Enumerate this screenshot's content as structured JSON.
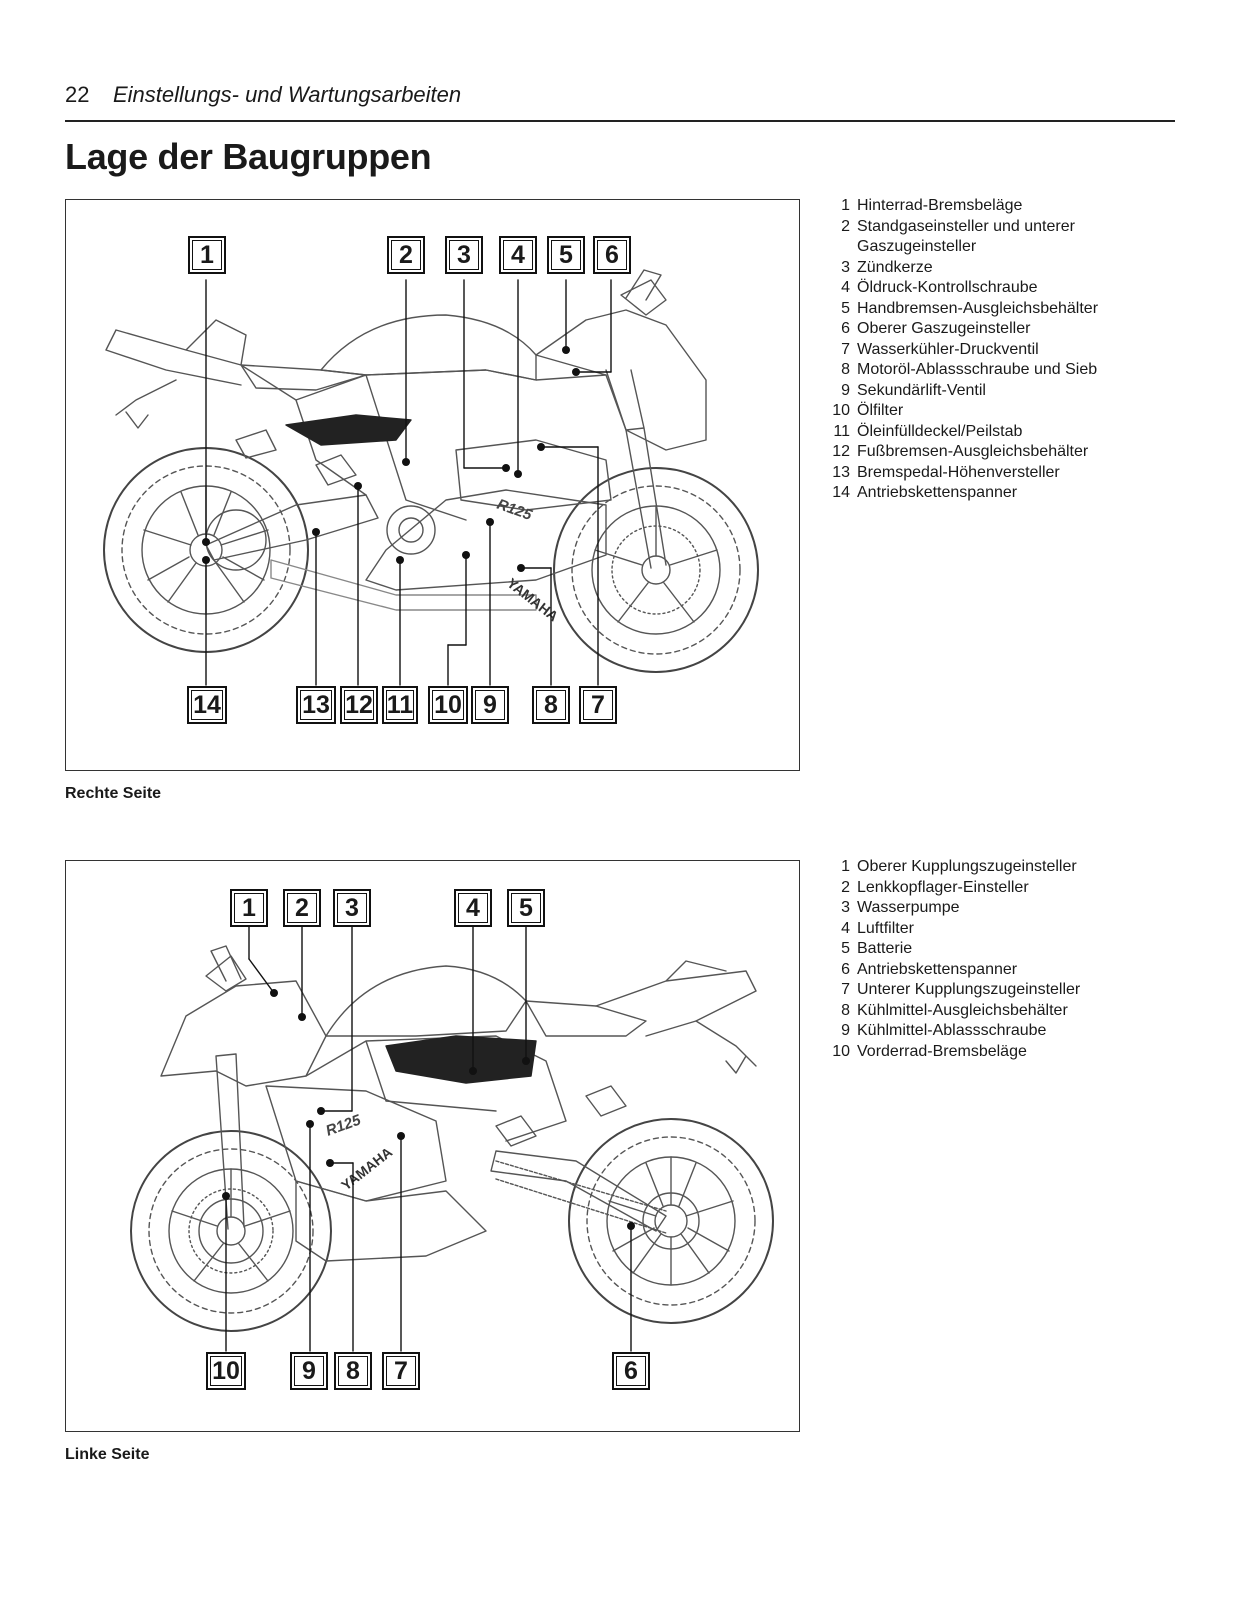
{
  "header": {
    "page_number": "22",
    "running_title": "Einstellungs- und Wartungsarbeiten"
  },
  "section_title": "Lage der Baugruppen",
  "figures": {
    "right": {
      "caption": "Rechte Seite",
      "callouts": [
        "1",
        "2",
        "3",
        "4",
        "5",
        "6",
        "7",
        "8",
        "9",
        "10",
        "11",
        "12",
        "13",
        "14"
      ],
      "legend": [
        {
          "num": "1",
          "text": "Hinterrad-Bremsbeläge"
        },
        {
          "num": "2",
          "text": "Standgaseinsteller und unterer Gaszugeinsteller"
        },
        {
          "num": "3",
          "text": "Zündkerze"
        },
        {
          "num": "4",
          "text": "Öldruck-Kontrollschraube"
        },
        {
          "num": "5",
          "text": "Handbremsen-Ausgleichsbehälter"
        },
        {
          "num": "6",
          "text": "Oberer Gaszugeinsteller"
        },
        {
          "num": "7",
          "text": "Wasserkühler-Druckventil"
        },
        {
          "num": "8",
          "text": "Motoröl-Ablassschraube und Sieb"
        },
        {
          "num": "9",
          "text": "Sekundärlift-Ventil"
        },
        {
          "num": "10",
          "text": "Ölfilter"
        },
        {
          "num": "11",
          "text": "Öleinfülldeckel/Peilstab"
        },
        {
          "num": "12",
          "text": "Fußbremsen-Ausgleichsbehälter"
        },
        {
          "num": "13",
          "text": "Bremspedal-Höhenversteller"
        },
        {
          "num": "14",
          "text": "Antriebskettenspanner"
        }
      ]
    },
    "left": {
      "caption": "Linke Seite",
      "callouts": [
        "1",
        "2",
        "3",
        "4",
        "5",
        "6",
        "7",
        "8",
        "9",
        "10"
      ],
      "legend": [
        {
          "num": "1",
          "text": "Oberer Kupplungszugeinsteller"
        },
        {
          "num": "2",
          "text": "Lenkkopflager-Einsteller"
        },
        {
          "num": "3",
          "text": "Wasserpumpe"
        },
        {
          "num": "4",
          "text": "Luftfilter"
        },
        {
          "num": "5",
          "text": "Batterie"
        },
        {
          "num": "6",
          "text": "Antriebskettenspanner"
        },
        {
          "num": "7",
          "text": "Unterer Kupplungszugeinsteller"
        },
        {
          "num": "8",
          "text": "Kühlmittel-Ausgleichsbehälter"
        },
        {
          "num": "9",
          "text": "Kühlmittel-Ablassschraube"
        },
        {
          "num": "10",
          "text": "Vorderrad-Bremsbeläge"
        }
      ]
    }
  },
  "bike_decals": {
    "brand": "YAMAHA",
    "model": "R125"
  }
}
